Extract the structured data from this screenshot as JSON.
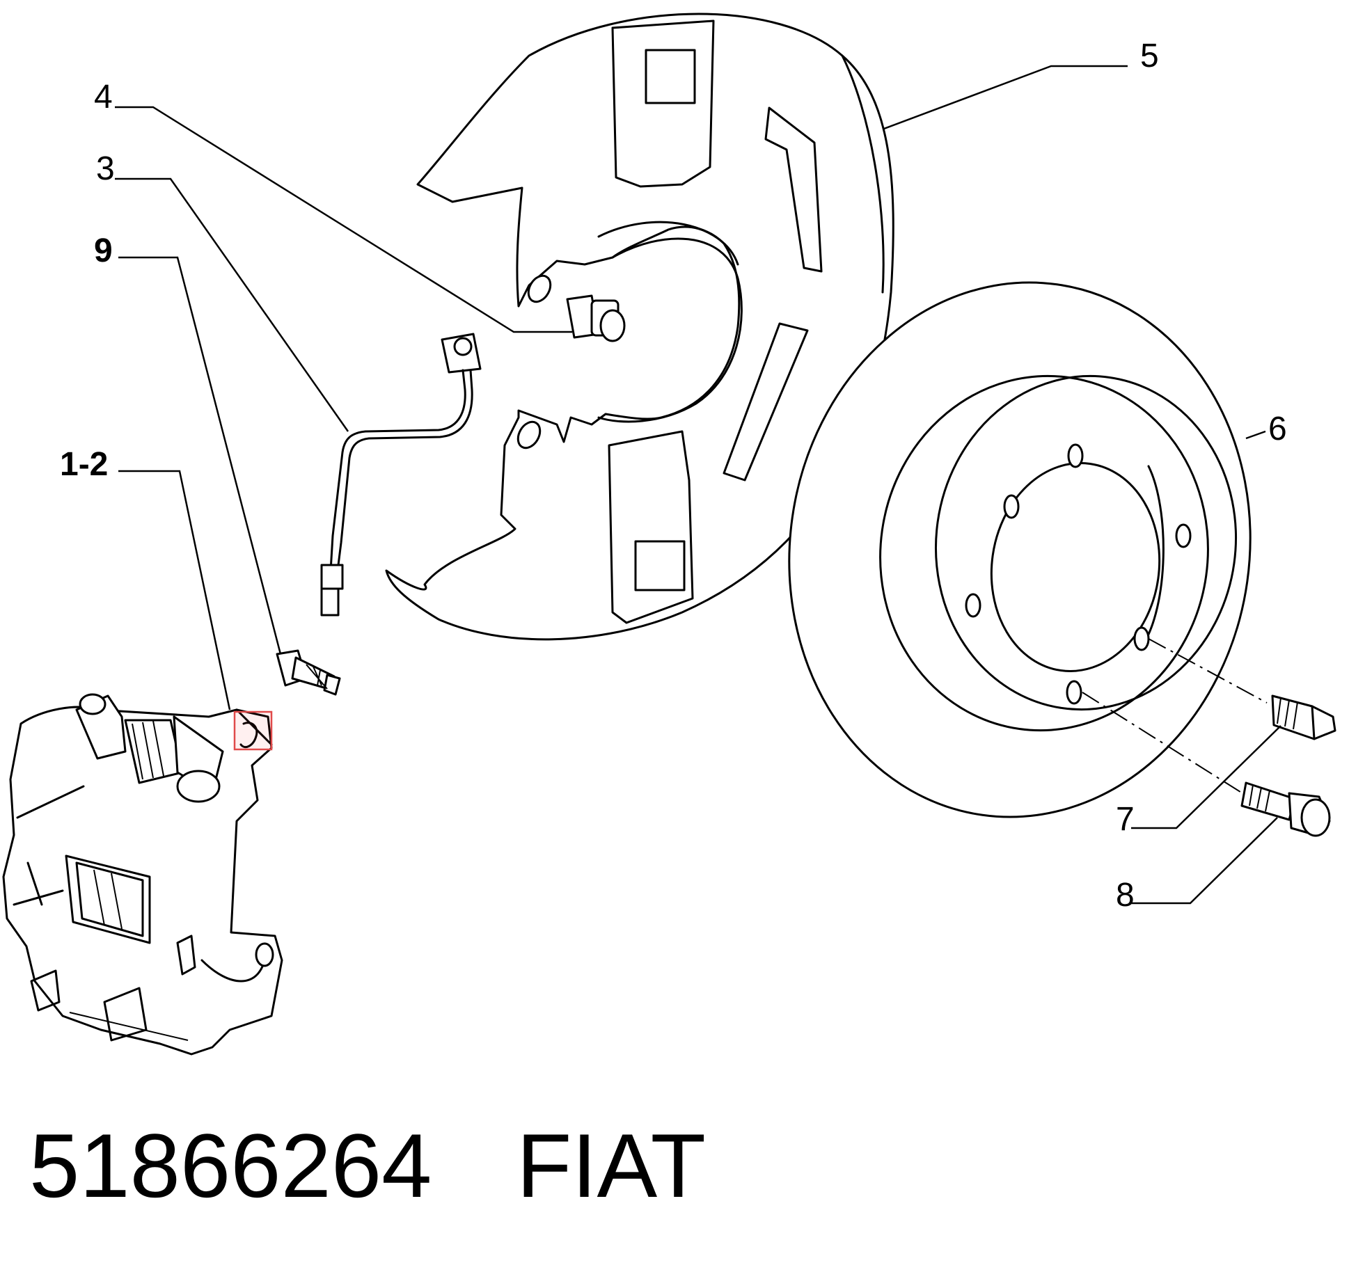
{
  "callouts": [
    {
      "id": "4",
      "text": "4"
    },
    {
      "id": "3",
      "text": "3"
    },
    {
      "id": "9",
      "text": "9"
    },
    {
      "id": "1-2",
      "text": "1-2"
    },
    {
      "id": "5",
      "text": "5"
    },
    {
      "id": "6",
      "text": "6"
    },
    {
      "id": "7",
      "text": "7"
    },
    {
      "id": "8",
      "text": "8"
    }
  ],
  "footer": {
    "part_number": "51866264",
    "brand": "FIAT"
  },
  "colors": {
    "line": "#000000",
    "highlight": "#e04a4a",
    "background": "#ffffff"
  }
}
